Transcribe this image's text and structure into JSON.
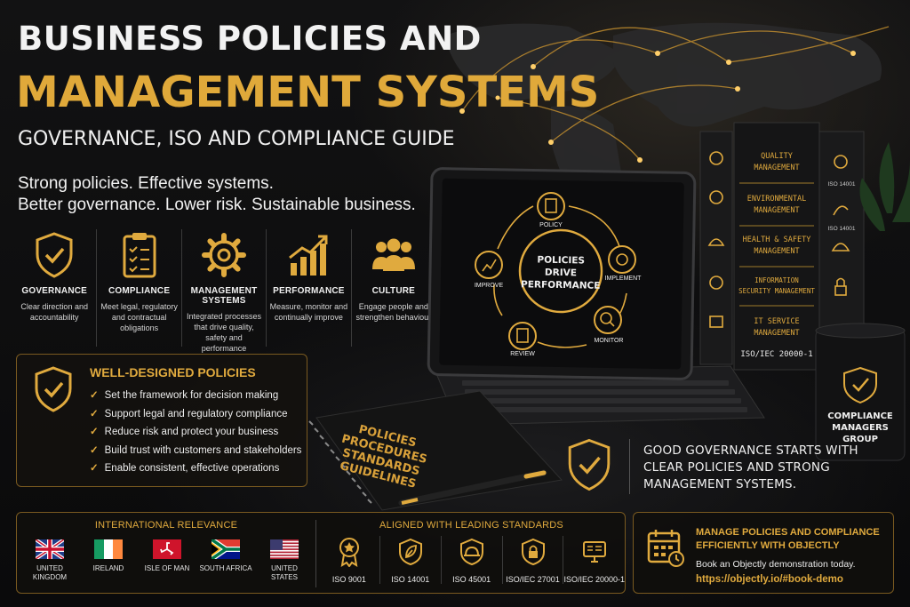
{
  "title_line1": "BUSINESS POLICIES AND",
  "title_line2": "MANAGEMENT SYSTEMS",
  "subtitle": "GOVERNANCE, ISO AND COMPLIANCE GUIDE",
  "tagline_line1": "Strong policies. Effective systems.",
  "tagline_line2": "Better governance. Lower risk. Sustainable business.",
  "pillars": [
    {
      "title": "GOVERNANCE",
      "desc": "Clear direction and accountability",
      "icon": "shield-check-icon"
    },
    {
      "title": "COMPLIANCE",
      "desc": "Meet legal, regulatory and contractual obligations",
      "icon": "clipboard-checklist-icon"
    },
    {
      "title": "MANAGEMENT SYSTEMS",
      "desc": "Integrated processes that drive quality, safety and performance",
      "icon": "gear-icon"
    },
    {
      "title": "PERFORMANCE",
      "desc": "Measure, monitor and continually improve",
      "icon": "bar-chart-arrow-icon"
    },
    {
      "title": "CULTURE",
      "desc": "Engage people and strengthen behaviour",
      "icon": "people-group-icon"
    }
  ],
  "well_designed": {
    "title": "WELL-DESIGNED POLICIES",
    "items": [
      "Set the framework for decision making",
      "Support legal and regulatory compliance",
      "Reduce risk and protect your business",
      "Build trust with customers and stakeholders",
      "Enable consistent, effective operations"
    ]
  },
  "tablet": {
    "center_line1": "POLICIES",
    "center_line2": "DRIVE",
    "center_line3": "PERFORMANCE",
    "steps": [
      "POLICY",
      "IMPLEMENT",
      "MONITOR",
      "REVIEW",
      "IMPROVE"
    ]
  },
  "notebook": {
    "lines": [
      "POLICIES",
      "PROCEDURES",
      "STANDARDS",
      "GUIDELINES"
    ]
  },
  "binders": {
    "labels": [
      "QUALITY MANAGEMENT",
      "ENVIRONMENTAL MANAGEMENT",
      "HEALTH & SAFETY MANAGEMENT",
      "INFORMATION SECURITY MANAGEMENT",
      "IT SERVICE MANAGEMENT"
    ],
    "standard": "ISO/IEC 20000-1",
    "side_label_1": "ISO 14001",
    "side_label_2": "ISO 14001"
  },
  "mug": {
    "line1": "COMPLIANCE",
    "line2": "MANAGERS",
    "line3": "GROUP"
  },
  "quote": "GOOD GOVERNANCE STARTS WITH CLEAR POLICIES AND STRONG MANAGEMENT SYSTEMS.",
  "international": {
    "title": "INTERNATIONAL RELEVANCE",
    "countries": [
      {
        "line1": "UNITED",
        "line2": "KINGDOM"
      },
      {
        "line1": "IRELAND",
        "line2": ""
      },
      {
        "line1": "ISLE OF MAN",
        "line2": ""
      },
      {
        "line1": "SOUTH AFRICA",
        "line2": ""
      },
      {
        "line1": "UNITED",
        "line2": "STATES"
      }
    ]
  },
  "standards": {
    "title": "ALIGNED WITH LEADING STANDARDS",
    "items": [
      "ISO 9001",
      "ISO 14001",
      "ISO 45001",
      "ISO/IEC 27001",
      "ISO/IEC 20000-1"
    ]
  },
  "cta": {
    "title_line1": "MANAGE POLICIES AND COMPLIANCE",
    "title_line2": "EFFICIENTLY WITH OBJECTLY",
    "sub": "Book an Objectly demonstration today.",
    "link": "https://objectly.io/#book-demo"
  },
  "colors": {
    "accent": "#e0aa3e",
    "background": "#0b0b0c",
    "text": "#f0f0f0"
  }
}
